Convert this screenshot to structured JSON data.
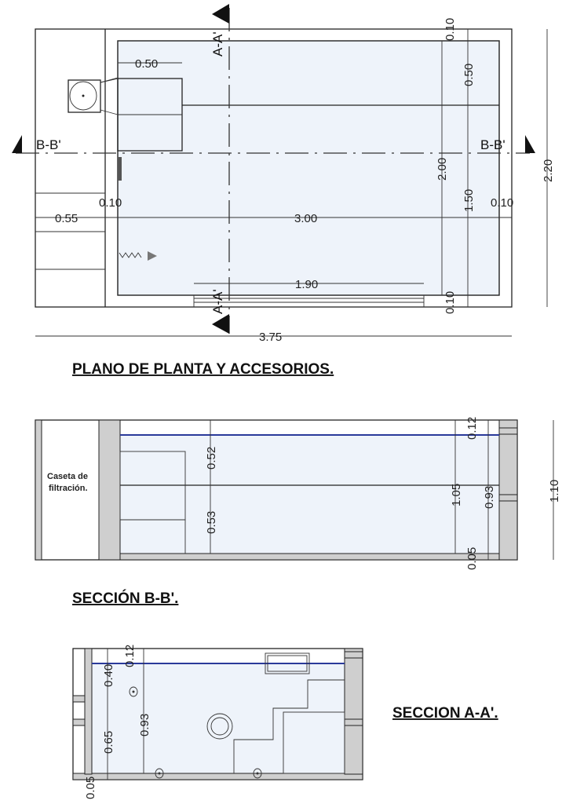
{
  "plan": {
    "title": "PLANO DE PLANTA Y ACCESORIOS.",
    "section_marks": {
      "a": "A-A'",
      "b": "B-B'"
    },
    "dims": {
      "bench_width": "0.50",
      "top_wall": "0.10",
      "bench_depth": "0.50",
      "inner_length": "3.00",
      "filter_room": "0.55",
      "left_wall": "0.10",
      "right_wall": "0.10",
      "inner_width": "2.00",
      "deep_width": "1.50",
      "bottom_wall": "0.10",
      "step_width": "1.90",
      "total_width": "2.20",
      "total_length": "3.75"
    }
  },
  "section_b": {
    "title": "SECCIÓN B-B'.",
    "label_line1": "Caseta de",
    "label_line2": "filtración.",
    "dims": {
      "upper": "0.52",
      "lower": "0.53",
      "inner_depth": "1.05",
      "water_depth": "0.93",
      "freeboard": "0.12",
      "slab": "0.05",
      "total_height": "1.10"
    }
  },
  "section_a": {
    "title": "SECCION A-A'.",
    "dims": {
      "freeboard": "0.12",
      "upper": "0.40",
      "lower": "0.65",
      "water_depth": "0.93",
      "slab": "0.05"
    }
  },
  "colors": {
    "water_line": "#2a3a9a",
    "pool_fill": "#eef3fa",
    "wall_fill": "#cfcfcf"
  }
}
